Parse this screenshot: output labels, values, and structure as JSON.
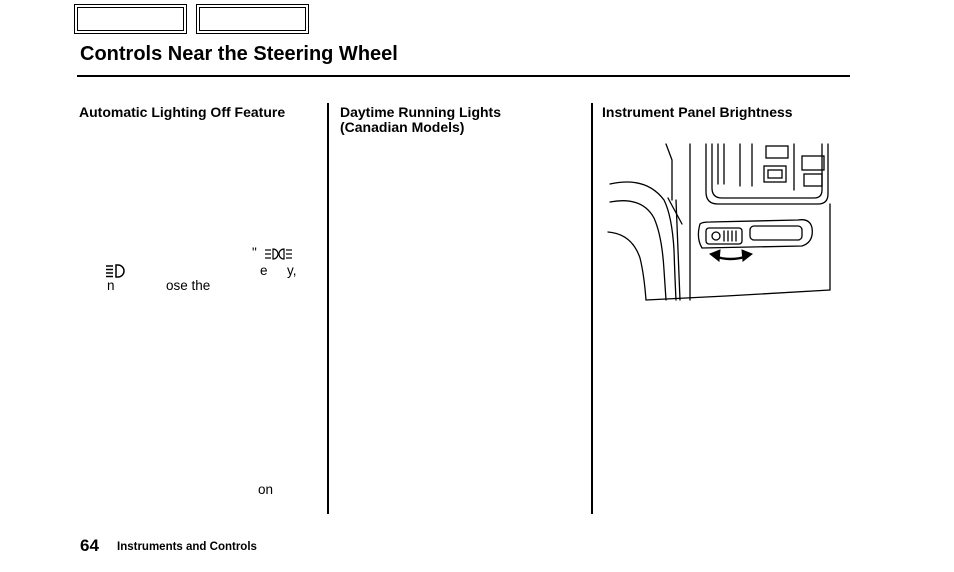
{
  "header": {
    "title": "Controls Near the Steering Wheel"
  },
  "columns": [
    {
      "heading": "Automatic Lighting Off Feature",
      "fragments": [
        "\"",
        "e",
        "y,",
        "n",
        "ose the",
        "on"
      ]
    },
    {
      "heading_line1": "Daytime Running Lights",
      "heading_line2": "(Canadian Models)"
    },
    {
      "heading": "Instrument Panel Brightness"
    }
  ],
  "icons": {
    "parking_lights": "parking-lights-icon",
    "headlights": "headlight-icon"
  },
  "footer": {
    "page_number": "64",
    "section": "Instruments and Controls"
  }
}
